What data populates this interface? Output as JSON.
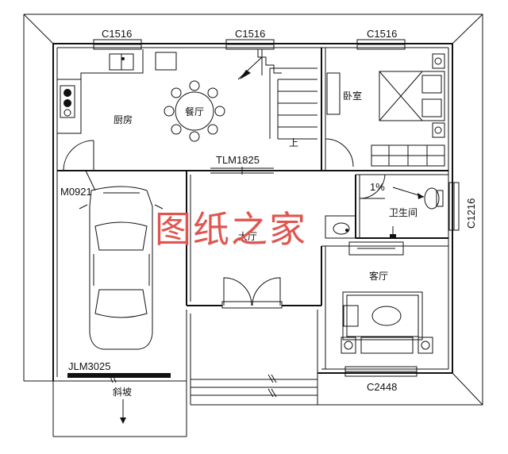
{
  "watermark": "图纸之家",
  "rooms": {
    "kitchen": "厨房",
    "dining": "餐厅",
    "bedroom": "卧室",
    "bathroom": "卫生间",
    "hall": "大厅",
    "living": "客厅",
    "ramp": "斜坡",
    "stair_up": "上"
  },
  "openings": {
    "window_top_left": "C1516",
    "window_top_mid": "C1516",
    "window_top_right": "C1516",
    "window_right": "C1216",
    "window_bottom": "C2448",
    "sliding_door_dining": "TLM1825",
    "garage_door": "JLM3025",
    "door_garage": "M0921",
    "bath_marker": "1%"
  },
  "colors": {
    "line": "#111111",
    "watermark": "#e0554f",
    "background": "#ffffff"
  }
}
